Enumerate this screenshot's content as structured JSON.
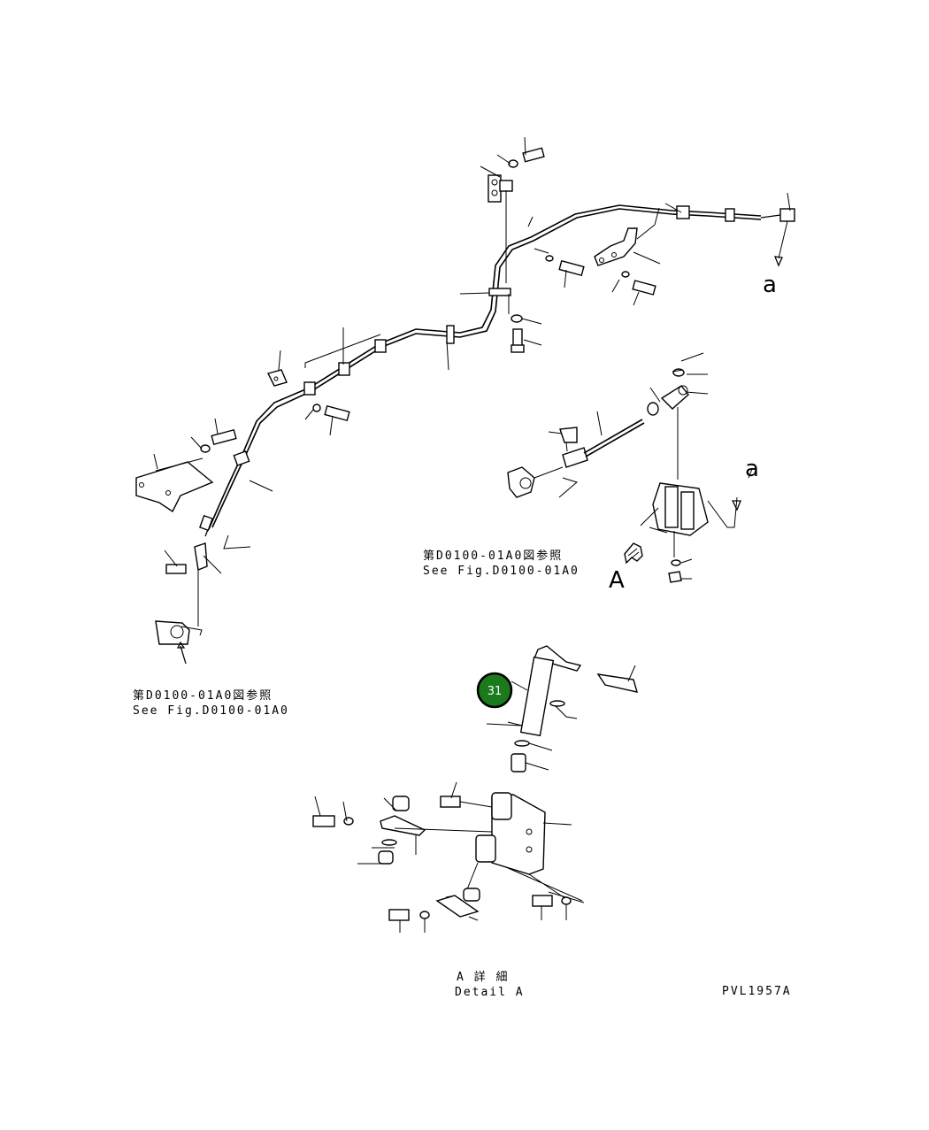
{
  "labels": {
    "view_a_small": "a",
    "view_a_small_2": "a",
    "view_A": "A",
    "ref1_jp": "第D0100-01A0図参照",
    "ref1_en": "See Fig.D0100-01A0",
    "ref2_jp": "第D0100-01A0図参照",
    "ref2_en": "See Fig.D0100-01A0",
    "detail_jp": "A 詳 細",
    "detail_en": "Detail A",
    "drawing_code": "PVL1957A"
  },
  "callout": {
    "number": "31",
    "color": "#1b7a1b"
  }
}
